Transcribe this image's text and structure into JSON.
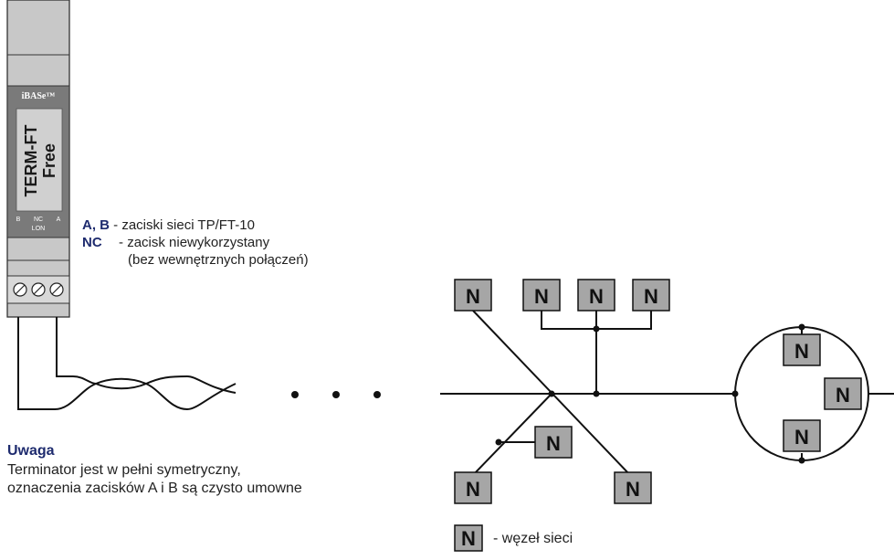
{
  "device": {
    "brand": "iBASe™",
    "model": "TERM-FT",
    "variant": "Free",
    "pin_b": "B",
    "pin_nc": "NC",
    "pin_a": "A",
    "bus": "LON"
  },
  "legend": {
    "ab_pins": "A, B",
    "ab_sep": "-",
    "ab_text": "zaciski sieci TP/FT-10",
    "nc_pin": "NC",
    "nc_sep": "-",
    "nc_text": "zacisk niewykorzystany",
    "nc_note": "(bez wewnętrznych połączeń)"
  },
  "note": {
    "title": "Uwaga",
    "line1": "Terminator jest w pełni symetryczny,",
    "line2": "oznaczenia zacisków A i B są czysto umowne"
  },
  "node": {
    "symbol": "N",
    "legend_text": "- węzeł sieci"
  },
  "colors": {
    "device_body": "#c8c8c8",
    "device_dark": "#7a7a7a",
    "node_fill": "#a6a6a6",
    "accent": "#1e2b6e"
  }
}
